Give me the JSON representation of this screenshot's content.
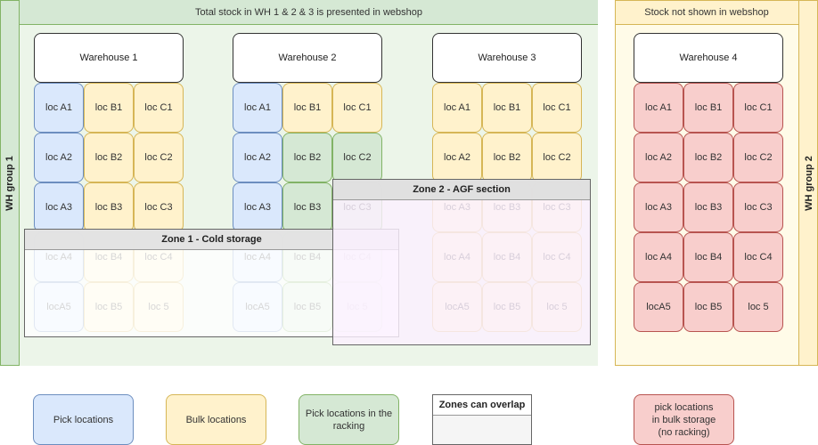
{
  "group1": {
    "side_label": "WH group 1",
    "header": "Total stock in WH 1 & 2 & 3 is presented in webshop"
  },
  "group2": {
    "side_label": "WH group 2",
    "header": "Stock not shown in webshop"
  },
  "warehouses": [
    {
      "name": "Warehouse 1",
      "rows": [
        [
          {
            "label": "loc A1",
            "color": "blue"
          },
          {
            "label": "loc B1",
            "color": "yellow"
          },
          {
            "label": "loc C1",
            "color": "yellow"
          }
        ],
        [
          {
            "label": "loc A2",
            "color": "blue"
          },
          {
            "label": "loc B2",
            "color": "yellow"
          },
          {
            "label": "loc C2",
            "color": "yellow"
          }
        ],
        [
          {
            "label": "loc A3",
            "color": "blue"
          },
          {
            "label": "loc B3",
            "color": "yellow"
          },
          {
            "label": "loc C3",
            "color": "yellow"
          }
        ],
        [
          {
            "label": "loc A4",
            "color": "blue"
          },
          {
            "label": "loc B4",
            "color": "yellow"
          },
          {
            "label": "loc C4",
            "color": "yellow"
          }
        ],
        [
          {
            "label": "locA5",
            "color": "blue"
          },
          {
            "label": "loc B5",
            "color": "yellow"
          },
          {
            "label": "loc 5",
            "color": "yellow"
          }
        ]
      ]
    },
    {
      "name": "Warehouse 2",
      "rows": [
        [
          {
            "label": "loc A1",
            "color": "blue"
          },
          {
            "label": "loc B1",
            "color": "yellow"
          },
          {
            "label": "loc C1",
            "color": "yellow"
          }
        ],
        [
          {
            "label": "loc A2",
            "color": "blue"
          },
          {
            "label": "loc B2",
            "color": "green"
          },
          {
            "label": "loc C2",
            "color": "green"
          }
        ],
        [
          {
            "label": "loc A3",
            "color": "blue"
          },
          {
            "label": "loc B3",
            "color": "green"
          },
          {
            "label": "loc C3",
            "color": "green"
          }
        ],
        [
          {
            "label": "loc A4",
            "color": "blue"
          },
          {
            "label": "loc B4",
            "color": "green"
          },
          {
            "label": "loc C4",
            "color": "green"
          }
        ],
        [
          {
            "label": "locA5",
            "color": "blue"
          },
          {
            "label": "loc B5",
            "color": "green"
          },
          {
            "label": "loc 5",
            "color": "green"
          }
        ]
      ]
    },
    {
      "name": "Warehouse 3",
      "rows": [
        [
          {
            "label": "loc A1",
            "color": "yellow"
          },
          {
            "label": "loc B1",
            "color": "yellow"
          },
          {
            "label": "loc C1",
            "color": "yellow"
          }
        ],
        [
          {
            "label": "loc A2",
            "color": "yellow"
          },
          {
            "label": "loc B2",
            "color": "yellow"
          },
          {
            "label": "loc C2",
            "color": "yellow"
          }
        ],
        [
          {
            "label": "loc A3",
            "color": "yellow"
          },
          {
            "label": "loc B3",
            "color": "yellow"
          },
          {
            "label": "loc C3",
            "color": "yellow"
          }
        ],
        [
          {
            "label": "loc A4",
            "color": "yellow"
          },
          {
            "label": "loc B4",
            "color": "yellow"
          },
          {
            "label": "loc C4",
            "color": "yellow"
          }
        ],
        [
          {
            "label": "locA5",
            "color": "yellow"
          },
          {
            "label": "loc B5",
            "color": "yellow"
          },
          {
            "label": "loc 5",
            "color": "yellow"
          }
        ]
      ]
    },
    {
      "name": "Warehouse 4",
      "rows": [
        [
          {
            "label": "loc A1",
            "color": "red"
          },
          {
            "label": "loc B1",
            "color": "red"
          },
          {
            "label": "loc C1",
            "color": "red"
          }
        ],
        [
          {
            "label": "loc A2",
            "color": "red"
          },
          {
            "label": "loc B2",
            "color": "red"
          },
          {
            "label": "loc C2",
            "color": "red"
          }
        ],
        [
          {
            "label": "loc A3",
            "color": "red"
          },
          {
            "label": "loc B3",
            "color": "red"
          },
          {
            "label": "loc C3",
            "color": "red"
          }
        ],
        [
          {
            "label": "loc A4",
            "color": "red"
          },
          {
            "label": "loc B4",
            "color": "red"
          },
          {
            "label": "loc C4",
            "color": "red"
          }
        ],
        [
          {
            "label": "locA5",
            "color": "red"
          },
          {
            "label": "loc B5",
            "color": "red"
          },
          {
            "label": "loc 5",
            "color": "red"
          }
        ]
      ]
    }
  ],
  "zones": {
    "zone1": "Zone 1 - Cold storage",
    "zone2": "Zone 2 - AGF section"
  },
  "legend": {
    "pick": "Pick locations",
    "bulk": "Bulk locations",
    "racking": "Pick locations in the racking",
    "zones": "Zones can overlap",
    "bulk_storage_line1": "pick locations",
    "bulk_storage_line2": "in bulk storage",
    "bulk_storage_line3": "(no racking)"
  },
  "colors": {
    "blue": "#dae8fc",
    "yellow": "#fff2cc",
    "green": "#d5e8d4",
    "red": "#f8cecc",
    "group1": "#d5e8d4",
    "group2": "#fff2cc"
  }
}
